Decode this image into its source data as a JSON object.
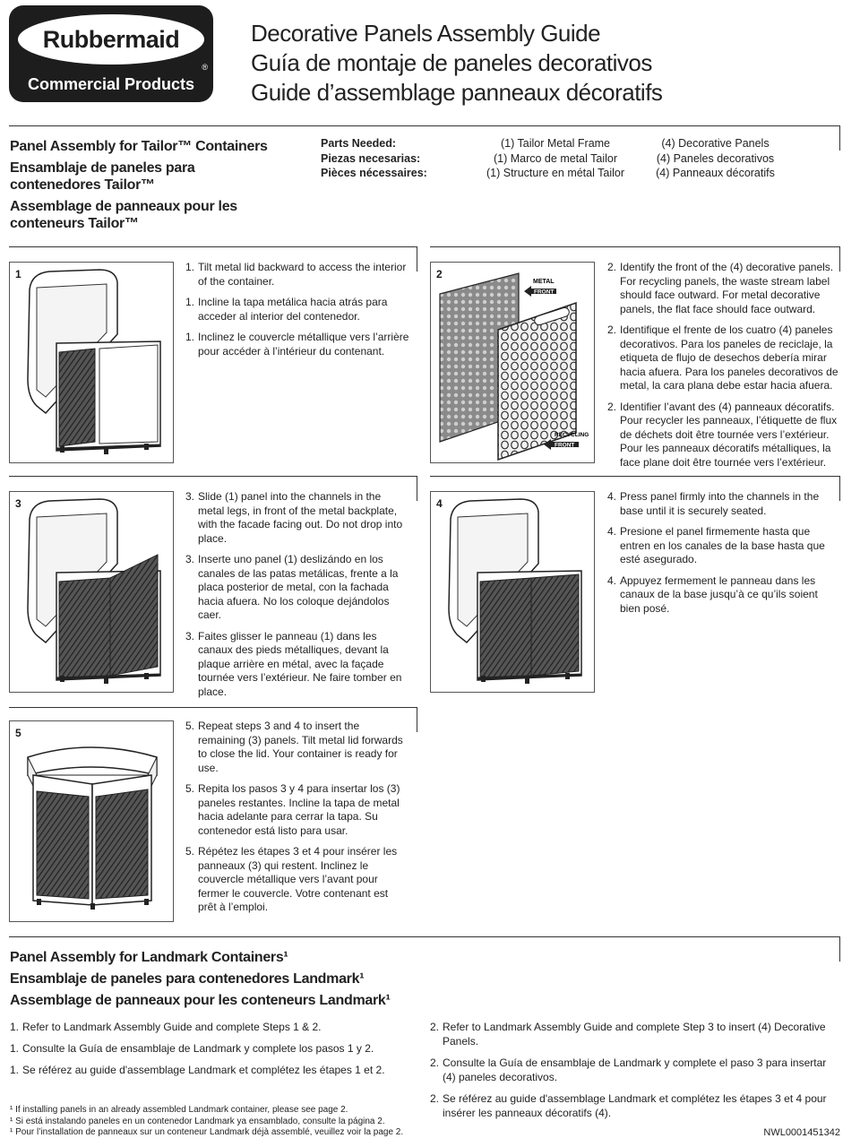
{
  "header": {
    "brand": "Rubbermaid",
    "brand_mark": "®",
    "brand_sub": "Commercial Products",
    "titles": [
      "Decorative Panels Assembly Guide",
      "Guía de montaje de paneles decorativos",
      "Guide d’assemblage panneaux décoratifs"
    ]
  },
  "tailor": {
    "headings": [
      "Panel Assembly for Tailor™ Containers",
      "Ensamblaje de paneles para",
      "contenedores Tailor™",
      "Assemblage de panneaux pour les",
      "conteneurs Tailor™"
    ],
    "parts_labels": [
      "Parts Needed:",
      "Piezas necesarias:",
      "Pièces nécessaires:"
    ],
    "parts_frame": [
      "(1) Tailor Metal Frame",
      "(1) Marco de metal Tailor",
      "(1) Structure en métal Tailor"
    ],
    "parts_panels": [
      "(4) Decorative Panels",
      "(4) Paneles decorativos",
      "(4) Panneaux décoratifs"
    ]
  },
  "figures": {
    "fig1": "1",
    "fig2": "2",
    "fig3": "3",
    "fig4": "4",
    "fig5": "5",
    "metal_label": "METAL",
    "front_label": "FRONT",
    "recycling_label": "RECYCLING"
  },
  "steps": {
    "s1": [
      {
        "n": "1.",
        "t": "Tilt metal lid backward to access the interior of the container."
      },
      {
        "n": "1.",
        "t": "Incline la tapa metálica hacia atrás para acceder al interior del contenedor."
      },
      {
        "n": "1.",
        "t": "Inclinez le couvercle métallique vers l’arrière pour accéder à l’intérieur du contenant."
      }
    ],
    "s2": [
      {
        "n": "2.",
        "t": "Identify the front of the (4) decorative panels. For recycling panels, the waste stream label should face outward. For metal decorative panels, the flat face should face outward."
      },
      {
        "n": "2.",
        "t": "Identifique el frente de los cuatro (4) paneles decorativos. Para los paneles de reciclaje, la etiqueta de flujo de desechos debería mirar hacia afuera. Para los paneles decorativos de metal, la cara plana debe estar hacia afuera."
      },
      {
        "n": "2.",
        "t": "Identifier l’avant des (4) panneaux décoratifs. Pour recycler les panneaux, l’étiquette de flux de déchets doit être tournée vers l’extérieur. Pour les panneaux décoratifs métalliques, la face plane doit être tournée vers l’extérieur."
      }
    ],
    "s3": [
      {
        "n": "3.",
        "t": "Slide (1) panel into the channels in the metal legs, in front of the metal backplate, with the facade facing out. Do not drop into place."
      },
      {
        "n": "3.",
        "t": "Inserte uno panel (1) deslizándo en los canales de las patas metálicas, frente a la placa posterior de metal, con la fachada hacia afuera. No los coloque dejándolos caer."
      },
      {
        "n": "3.",
        "t": "Faites glisser le panneau (1) dans les canaux des pieds métalliques, devant la plaque arrière en métal, avec la façade tournée vers l’extérieur. Ne faire tomber en place."
      }
    ],
    "s4": [
      {
        "n": "4.",
        "t": "Press panel firmly into the channels in the base until it is securely seated."
      },
      {
        "n": "4.",
        "t": "Presione el panel firmemente hasta que entren en los canales de la base hasta que esté asegurado."
      },
      {
        "n": "4.",
        "t": "Appuyez fermement le panneau dans les canaux de la base jusqu’à ce qu’ils soient bien posé."
      }
    ],
    "s5": [
      {
        "n": "5.",
        "t": "Repeat steps 3 and 4 to insert the remaining (3) panels. Tilt metal lid forwards to close the lid. Your container is ready for use."
      },
      {
        "n": "5.",
        "t": "Repita los pasos 3 y 4 para insertar los (3) paneles restantes. Incline la tapa de metal hacia adelante para cerrar la tapa. Su contenedor está listo para usar."
      },
      {
        "n": "5.",
        "t": "Répétez les étapes 3 et 4 pour insérer les panneaux (3) qui restent. Inclinez le couvercle métallique vers l’avant pour fermer le couvercle. Votre contenant est prêt à l’emploi."
      }
    ]
  },
  "landmark": {
    "headings": [
      "Panel Assembly for Landmark Containers¹",
      "Ensamblaje de paneles para contenedores Landmark¹",
      "Assemblage de panneaux pour les conteneurs Landmark¹"
    ],
    "left": [
      {
        "n": "1.",
        "t": "Refer to Landmark Assembly Guide and complete Steps 1 & 2."
      },
      {
        "n": "1.",
        "t": "Consulte la Guía de ensamblaje de Landmark y complete los pasos 1 y 2."
      },
      {
        "n": "1.",
        "t": "Se référez au guide d'assemblage Landmark et  complétez les étapes 1 et 2."
      }
    ],
    "right": [
      {
        "n": "2.",
        "t": "Refer to Landmark Assembly Guide and complete Step 3 to insert (4) Decorative Panels."
      },
      {
        "n": "2.",
        "t": "Consulte la Guía de ensamblaje de Landmark y complete el paso 3 para insertar (4) paneles decorativos."
      },
      {
        "n": "2.",
        "t": "Se référez au guide d'assemblage Landmark et  complétez les étapes 3 et 4 pour insérer les panneaux décoratifs (4)."
      }
    ]
  },
  "footnotes": [
    "¹ If installing panels in an already assembled Landmark container, please see page 2.",
    "¹ Si está instalando paneles en un contenedor Landmark ya ensamblado, consulte la página 2.",
    "¹ Pour l’installation de panneaux sur un conteneur Landmark déjà assemblé, veuillez voir la page 2."
  ],
  "doc_code": "NWL0001451342"
}
